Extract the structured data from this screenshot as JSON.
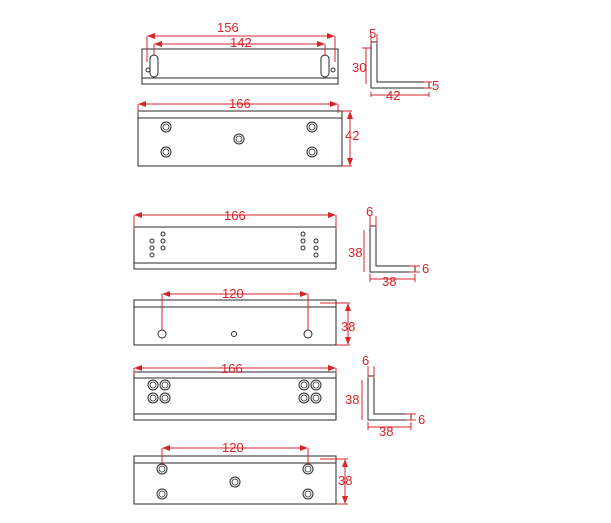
{
  "brackets": [
    {
      "id": "bracket-1",
      "top_view": {
        "length_label": "156",
        "slot_spacing_label": "142"
      },
      "front_view": {
        "length_label": "166",
        "height_label": "42"
      },
      "profile": {
        "thickness_top_label": "5",
        "height_label": "30",
        "width_label": "42",
        "thickness_base_label": "5"
      }
    },
    {
      "id": "bracket-2",
      "front_view": {
        "length_label": "166"
      },
      "rear_view": {
        "hole_spacing_label": "120",
        "height_label": "38"
      },
      "profile": {
        "thickness_top_label": "6",
        "height_label": "38",
        "width_label": "38",
        "thickness_base_label": "6"
      }
    },
    {
      "id": "bracket-3",
      "front_view": {
        "length_label": "166"
      },
      "rear_view": {
        "hole_spacing_label": "120",
        "height_label": "38"
      },
      "profile": {
        "thickness_top_label": "6",
        "height_label": "38",
        "width_label": "38",
        "thickness_base_label": "6"
      }
    }
  ],
  "colors": {
    "dimension": "#d8232a",
    "outline": "#2a2a2a"
  }
}
